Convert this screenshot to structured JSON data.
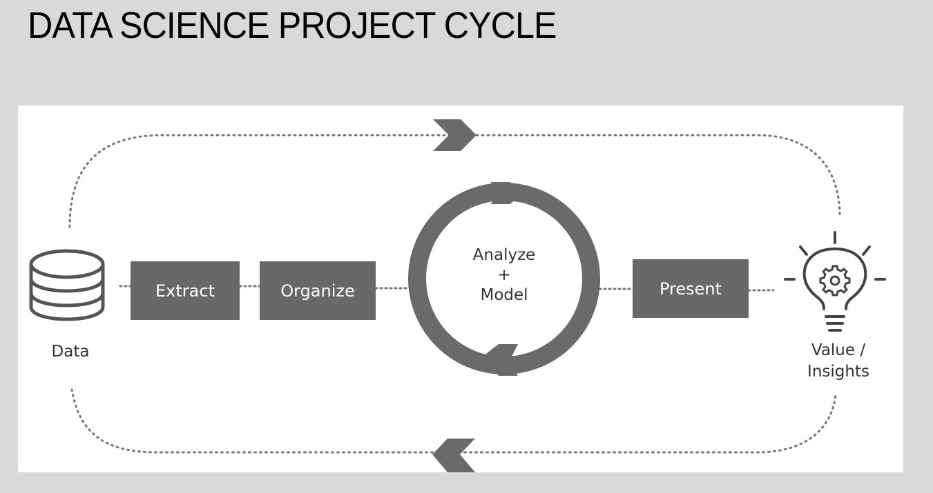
{
  "title": "DATA SCIENCE PROJECT CYCLE",
  "diagram": {
    "source": {
      "label": "Data",
      "icon": "database-icon"
    },
    "steps": {
      "extract": "Extract",
      "organize": "Organize",
      "analyze": "Analyze",
      "plus": "+",
      "model": "Model",
      "present": "Present"
    },
    "outcome": {
      "label_line1": "Value /",
      "label_line2": "Insights",
      "icon": "lightbulb-gear-icon"
    },
    "colors": {
      "background": "#d9d9d9",
      "panel": "#ffffff",
      "box_fill": "#686868",
      "ring": "#6a6a6a",
      "dotted_line": "#777777",
      "text": "#333333"
    }
  }
}
